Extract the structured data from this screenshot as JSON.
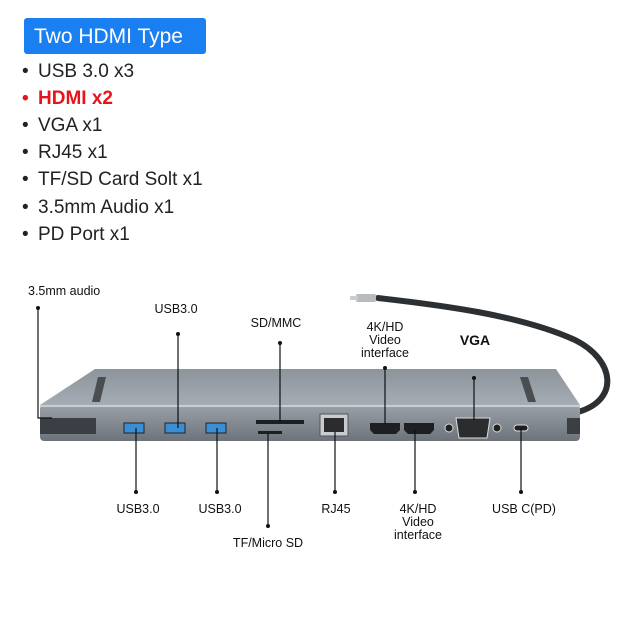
{
  "badge": {
    "label": "Two HDMI Type",
    "color": "#1a7ff0"
  },
  "features": [
    {
      "bullet": "•",
      "text": "USB 3.0 x3",
      "highlight": false
    },
    {
      "bullet": "•",
      "text": "HDMI x2",
      "highlight": true
    },
    {
      "bullet": "•",
      "text": "VGA x1",
      "highlight": false
    },
    {
      "bullet": "•",
      "text": "RJ45 x1",
      "highlight": false
    },
    {
      "bullet": "•",
      "text": "TF/SD Card Solt x1",
      "highlight": false
    },
    {
      "bullet": "•",
      "text": "3.5mm Audio x1",
      "highlight": false
    },
    {
      "bullet": "•",
      "text": "PD Port x1",
      "highlight": false
    }
  ],
  "highlight_color": "#e8141b",
  "callouts": {
    "audio": "3.5mm audio",
    "usb_top": "USB3.0",
    "sdmmc": "SD/MMC",
    "hdmi_top": [
      "4K/HD",
      "Video",
      "interface"
    ],
    "vga": "VGA",
    "usb_bottom_1": "USB3.0",
    "usb_bottom_2": "USB3.0",
    "tf": "TF/Micro SD",
    "rj45": "RJ45",
    "hdmi_bottom": [
      "4K/HD",
      "Video",
      "interface"
    ],
    "usbc": "USB C(PD)"
  }
}
